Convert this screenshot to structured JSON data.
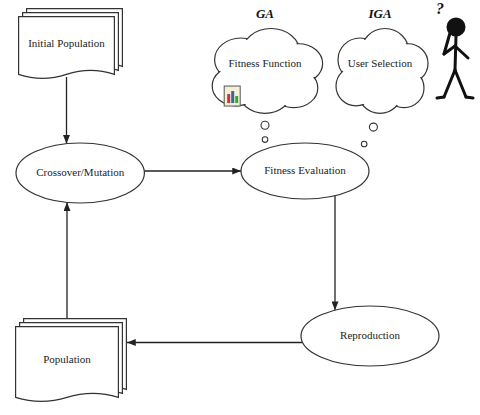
{
  "diagram": {
    "nodes": [
      {
        "text": [
          "Initial Population"
        ]
      },
      {
        "text": [
          "GA",
          "Fitness Function"
        ]
      },
      {
        "text": [
          "IGA",
          "User Selection"
        ]
      },
      {
        "text": [
          "Crossover/Mutation"
        ]
      },
      {
        "text": [
          "Fitness Evaluation"
        ]
      },
      {
        "text": [
          "Population"
        ]
      },
      {
        "text": [
          "Reproduction"
        ]
      }
    ],
    "edges": [
      {
        "from": 0,
        "to": 3,
        "arrow": "to"
      },
      {
        "from": 3,
        "to": 4,
        "arrow": "to"
      },
      {
        "from": 4,
        "to": 6,
        "arrow": "to"
      },
      {
        "from": 6,
        "to": 5,
        "arrow": "to"
      },
      {
        "from": 5,
        "to": 3,
        "arrow": "to"
      },
      {
        "from": 1,
        "to": 4,
        "arrow": "none"
      },
      {
        "from": 2,
        "to": 4,
        "arrow": "none"
      }
    ],
    "labels": [
      "?"
    ]
  }
}
